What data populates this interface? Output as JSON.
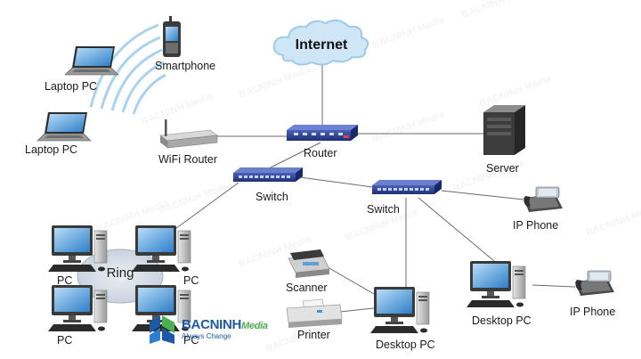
{
  "internet": "Internet",
  "devices": {
    "laptop_top": "Laptop PC",
    "laptop_bottom": "Laptop PC",
    "smartphone": "Smartphone",
    "wifi_router": "WiFi Router",
    "router": "Router",
    "server": "Server",
    "switch_left": "Switch",
    "switch_right": "Switch",
    "ip_phone_top": "IP Phone",
    "ip_phone_bottom": "IP Phone",
    "ring": "Ring",
    "pc_tl": "PC",
    "pc_tr": "PC",
    "pc_bl": "PC",
    "pc_br": "PC",
    "scanner": "Scanner",
    "printer": "Printer",
    "desktop_pc_center": "Desktop PC",
    "desktop_pc_right": "Desktop PC"
  },
  "logo": {
    "brand": "BACNINH",
    "brand_suffix": "Media",
    "tagline": "Always Change"
  },
  "colors": {
    "cloud": "#9ecbe8",
    "switch": "#2a3f8f",
    "link": "#666666",
    "brand_blue": "#1c5aa8",
    "brand_green": "#4caf50"
  }
}
